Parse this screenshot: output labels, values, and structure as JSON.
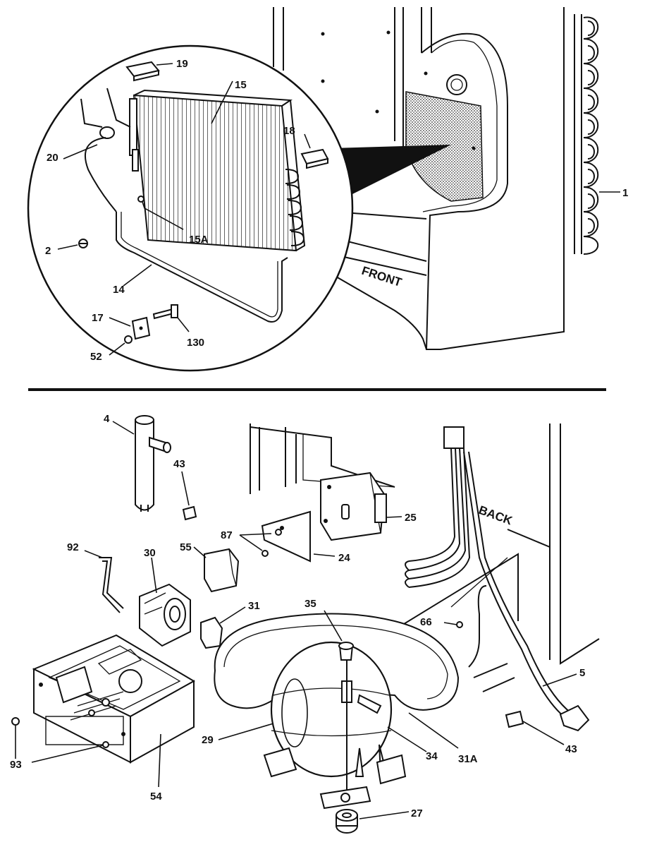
{
  "labels": {
    "top": {
      "p19": "19",
      "p15": "15",
      "p18": "18",
      "p20": "20",
      "p15a": "15A",
      "p2": "2",
      "p14": "14",
      "p17": "17",
      "p130": "130",
      "p52": "52",
      "p1": "1",
      "front": "FRONT"
    },
    "bottom": {
      "p4": "4",
      "p43a": "43",
      "p87": "87",
      "p25": "25",
      "p24": "24",
      "p92": "92",
      "p30": "30",
      "p55": "55",
      "p31": "31",
      "p35": "35",
      "p66": "66",
      "p5": "5",
      "p29": "29",
      "p34": "34",
      "p31a": "31A",
      "p43b": "43",
      "p93": "93",
      "p54": "54",
      "p27": "27",
      "back": "BACK"
    }
  }
}
